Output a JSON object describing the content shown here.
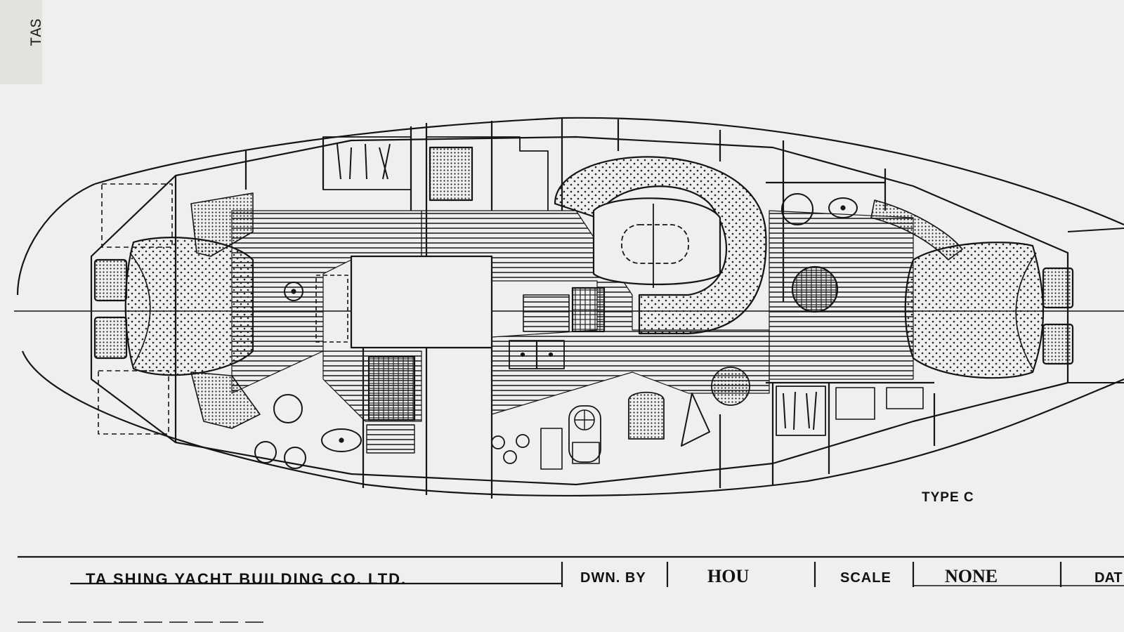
{
  "drawing": {
    "corner_note": "TAS",
    "type_label": "TYPE C"
  },
  "title_block": {
    "company": "TA SHING YACHT BUILDING CO. LTD.",
    "drawn_by_label": "DWN. BY",
    "drawn_by_value": "HOU",
    "scale_label": "SCALE",
    "scale_value": "NONE",
    "date_label": "DAT"
  },
  "colors": {
    "paper": "#efefed",
    "ink": "#151515"
  }
}
